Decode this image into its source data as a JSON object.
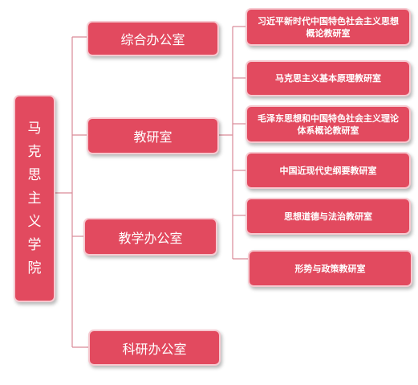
{
  "diagram": {
    "root": {
      "label": "马克思主义学院"
    },
    "departments": [
      {
        "label": "综合办公室"
      },
      {
        "label": "教研室"
      },
      {
        "label": "教学办公室"
      },
      {
        "label": "科研办公室"
      }
    ],
    "teaching_sections": [
      {
        "label": "习近平新时代中国特色社会主义思想概论教研室"
      },
      {
        "label": "马克思主义基本原理教研室"
      },
      {
        "label": "毛泽东思想和中国特色社会主义理论体系概论教研室"
      },
      {
        "label": "中国近现代史纲要教研室"
      },
      {
        "label": "思想道德与法治教研室"
      },
      {
        "label": "形势与政策教研室"
      }
    ],
    "colors": {
      "box_fill": "#e24a5f",
      "box_border": "#f6c9d0",
      "connector": "#d98a98",
      "text": "#ffffff"
    }
  }
}
